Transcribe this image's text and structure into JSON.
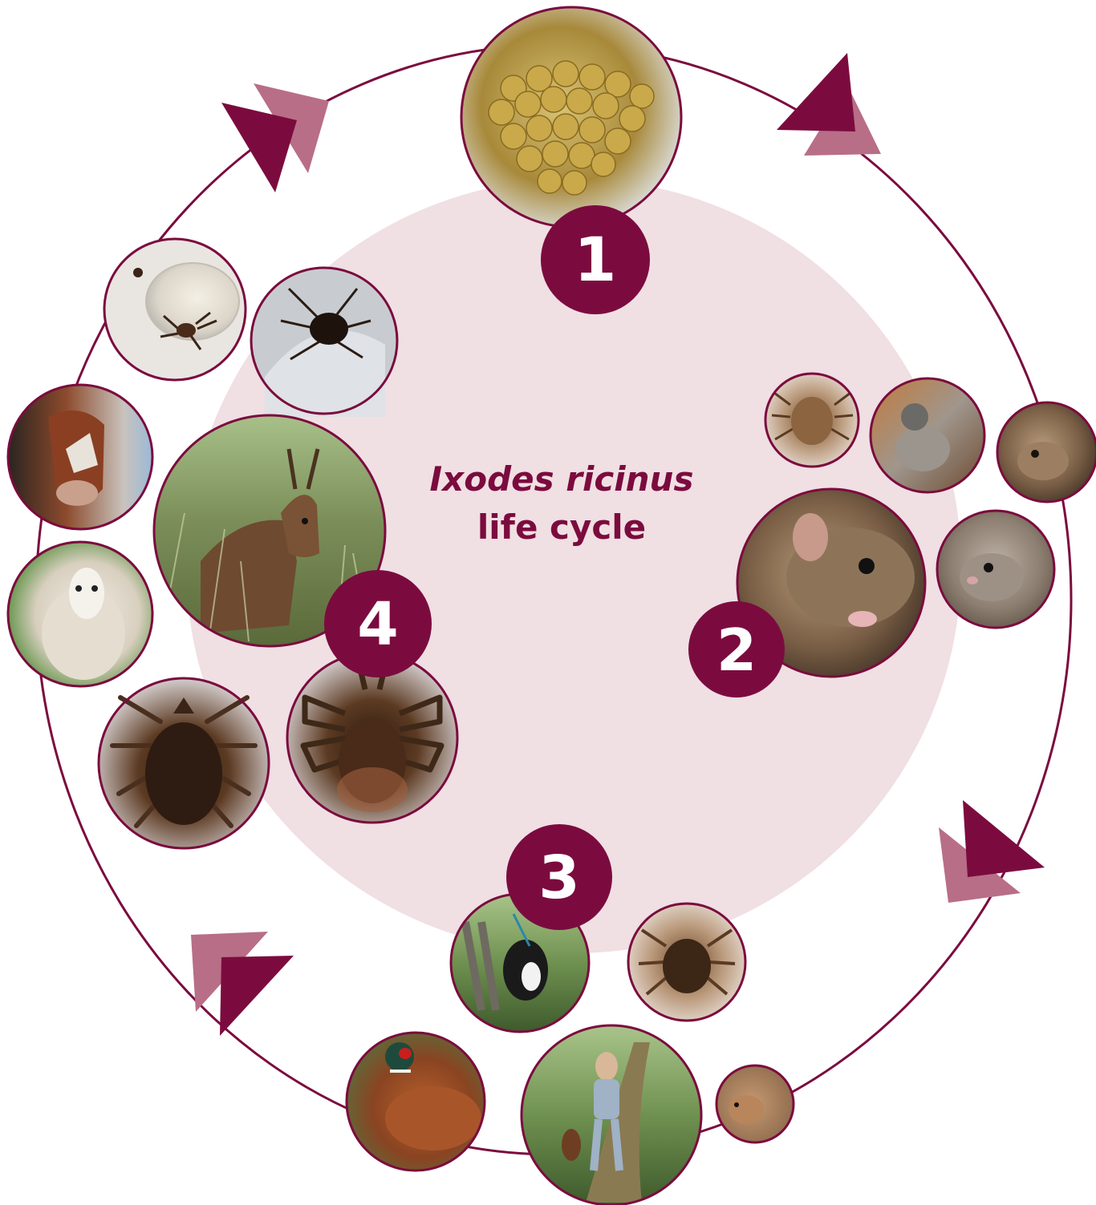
{
  "title": {
    "species": "Ixodes ricinus",
    "subtitle": "life cycle"
  },
  "colors": {
    "primary": "#7b0b3e",
    "secondary": "#b86e86",
    "background_disc": "#f0dfe3"
  },
  "stages": [
    {
      "label": "1",
      "photos": [
        "tick-eggs-photo"
      ]
    },
    {
      "label": "2",
      "photos": [
        "larva-tick-photo",
        "bird-host-photo",
        "mouse-host-photo",
        "wood-mouse-photo",
        "vole-host-photo"
      ]
    },
    {
      "label": "3",
      "photos": [
        "dog-walker-photo",
        "nymph-tick-photo",
        "pheasant-host-photo",
        "hiker-with-dog-photo",
        "rabbit-host-photo"
      ]
    },
    {
      "label": "4",
      "photos": [
        "roe-deer-photo",
        "cow-host-photo",
        "sheep-host-photo",
        "engorged-female-tick-photo",
        "mating-ticks-photo",
        "female-tick-photo",
        "male-tick-photo"
      ]
    }
  ]
}
